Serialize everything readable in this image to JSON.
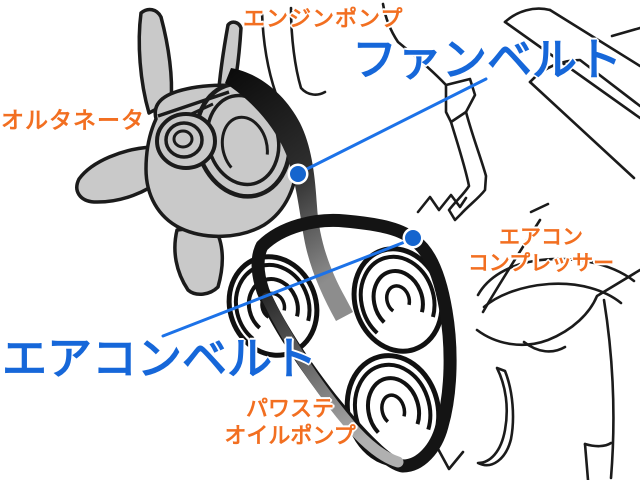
{
  "diagram": {
    "component_labels": {
      "engine_pump": "エンジンポンプ",
      "alternator": "オルタネータ",
      "aircon_compressor": [
        "エアコン",
        "コンプレッサー"
      ],
      "ps_oil_pump": [
        "パワステ",
        "オイルポンプ"
      ]
    },
    "belt_labels": {
      "fan_belt": "ファンベルト",
      "aircon_belt": "エアコンベルト"
    },
    "colors": {
      "component_label_orange": "#f26f21",
      "belt_label_blue": "#1667d9",
      "leader_line_blue": "#1c72e8",
      "marker_blue": "#1565ce",
      "fan_gray": "#c9c9c9",
      "line_art_black": "#1b1b1b",
      "belt_black": "#141414"
    }
  }
}
